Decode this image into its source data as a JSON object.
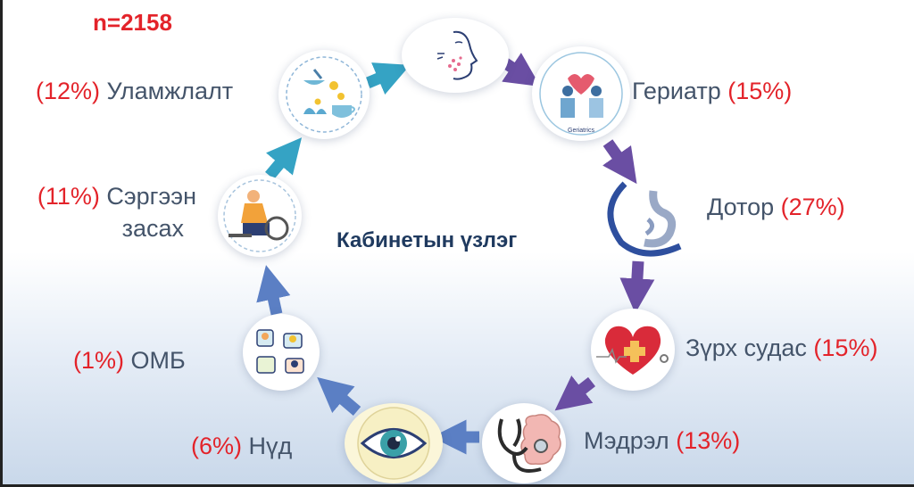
{
  "n_label": "n=2158",
  "center_title": "Кабинетын үзлэг",
  "colors": {
    "percent": "#e3232a",
    "label": "#44546a",
    "title": "#1f3a5f",
    "arrow_teal": "#35a3c4",
    "arrow_purple": "#6a4ea3",
    "arrow_blue": "#5b7fc4"
  },
  "nodes": [
    {
      "pct": "(12%)",
      "name": "Уламжлалт",
      "icon": "herbal-tea-lotus-icon"
    },
    {
      "pct": "",
      "name": "",
      "icon": "face-skin-icon"
    },
    {
      "pct": "(15%)",
      "name": "Гериатр",
      "icon": "geriatrics-icon"
    },
    {
      "pct": "(27%)",
      "name": "Дотор",
      "icon": "stomach-icon"
    },
    {
      "pct": "(15%)",
      "name": "Зүрх судас",
      "icon": "heart-icon"
    },
    {
      "pct": "(13%)",
      "name": "Мэдрэл",
      "icon": "brain-stethoscope-icon"
    },
    {
      "pct": "(6%)",
      "name": "Нүд",
      "icon": "eye-icon"
    },
    {
      "pct": "(1%)",
      "name": "ОМБ",
      "icon": "care-team-icon"
    },
    {
      "pct": "(11%)",
      "name": "Сэргээн засах",
      "name_line1": "Сэргээн",
      "name_line2": "засах",
      "icon": "rehabilitation-icon"
    }
  ],
  "icon_texts": {
    "geriatrics_caption": "Geriatrics"
  }
}
